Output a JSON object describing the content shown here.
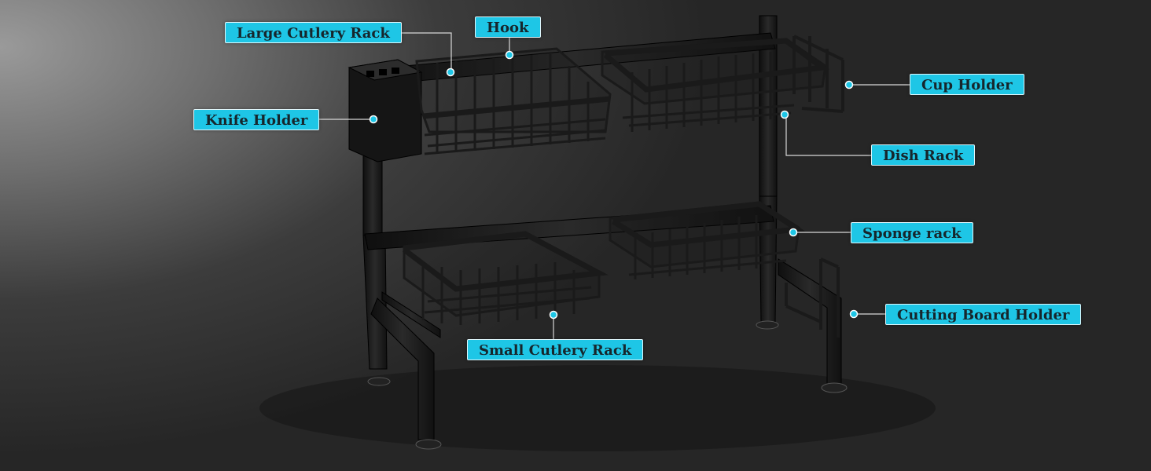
{
  "labels": {
    "large_cutlery_rack": "Large Cutlery Rack",
    "hook": "Hook",
    "knife_holder": "Knife Holder",
    "cup_holder": "Cup Holder",
    "dish_rack": "Dish Rack",
    "sponge_rack": "Sponge rack",
    "cutting_board_holder": "Cutting Board Holder",
    "small_cutlery_rack": "Small Cutlery Rack"
  },
  "colors": {
    "callout_fill": "#1ec6e6",
    "callout_border": "#dff6fb",
    "leader_line": "#d8d8d8",
    "marker_dot": "#1ec6e6",
    "rack_metal": "#1a1a1a"
  }
}
